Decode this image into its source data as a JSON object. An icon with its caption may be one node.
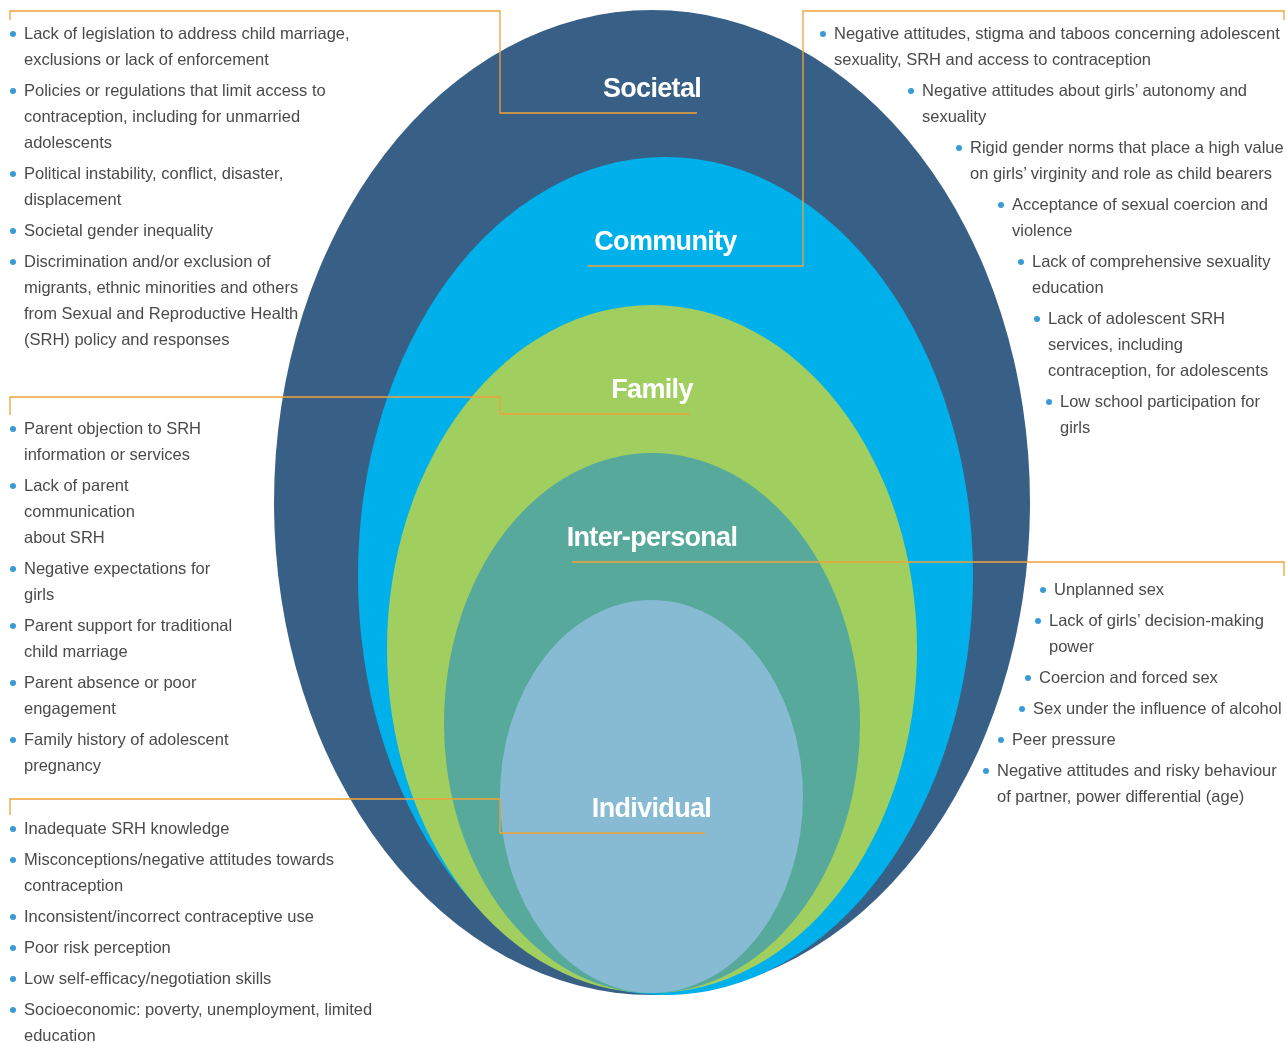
{
  "diagram": {
    "nodes": [
      {
        "text": [
          "Societal"
        ]
      },
      {
        "text": [
          "Community"
        ],
        "in": 0
      },
      {
        "text": [
          "Family"
        ],
        "in": 1
      },
      {
        "text": [
          "Inter-personal"
        ],
        "in": 2
      },
      {
        "text": [
          "Individual"
        ],
        "in": 3
      },
      {
        "text": [
          "Lack of legislation to address child marriage, exclusions or lack of enforcement",
          "Policies or regulations that limit access to contraception, including for unmarried adolescents",
          "Political instability, conflict, disaster, displacement",
          "Societal gender inequality",
          "Discrimination and/or exclusion of migrants, ethnic minorities and others from Sexual and Reproductive Health (SRH) policy and responses"
        ]
      },
      {
        "text": [
          "Negative attitudes, stigma and taboos concerning adolescent sexuality, SRH and access to contraception",
          "Negative attitudes about girls’ autonomy and sexuality",
          "Rigid gender norms that place a high value on girls’ virginity and role as child bearers",
          "Acceptance of sexual coercion and violence",
          "Lack of comprehensive sexuality education",
          "Lack of adolescent SRH services, including contraception, for adolescents",
          "Low school participation for girls"
        ]
      },
      {
        "text": [
          "Parent objection to SRH information or services",
          "Lack of parent communication about SRH",
          "Negative expectations for girls",
          "Parent support for traditional child marriage",
          "Parent absence or poor engagement",
          "Family history of adolescent pregnancy"
        ]
      },
      {
        "text": [
          "Unplanned sex",
          "Lack of girls’ decision-making power",
          "Coercion and forced sex",
          "Sex under the influence of alcohol",
          "Peer pressure",
          "Negative attitudes and risky behaviour of partner, power differential (age)"
        ]
      },
      {
        "text": [
          "Inadequate SRH knowledge",
          "Misconceptions/negative attitudes towards contraception",
          "Inconsistent/incorrect contraceptive use",
          "Poor risk perception",
          "Low self-efficacy/negotiation skills",
          "Socioeconomic: poverty, unemployment, limited education"
        ]
      }
    ],
    "edges": [
      {
        "from": 5,
        "to": 0,
        "arrow": "none"
      },
      {
        "from": 6,
        "to": 1,
        "arrow": "none"
      },
      {
        "from": 7,
        "to": 2,
        "arrow": "none"
      },
      {
        "from": 8,
        "to": 3,
        "arrow": "none"
      },
      {
        "from": 9,
        "to": 4,
        "arrow": "none"
      }
    ]
  }
}
